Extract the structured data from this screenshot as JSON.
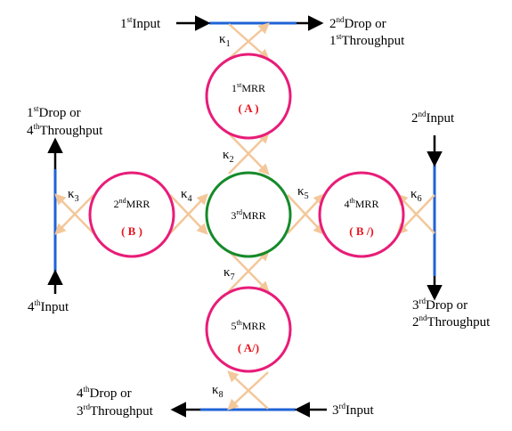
{
  "colors": {
    "waveguide": "#1f63d6",
    "arrow": "#000000",
    "ring_outer": "#e81c78",
    "ring_center": "#168a2a",
    "coupler": "#f3c79a",
    "tag_red": "#e8141e"
  },
  "io": {
    "in1_base": "1",
    "in1_sup": "st",
    "in1_rest": "Input",
    "out_top_r1_base": "2",
    "out_top_r1_sup": "nd",
    "out_top_r1_rest": "Drop or",
    "out_top_r2_base": "1",
    "out_top_r2_sup": "st",
    "out_top_r2_rest": "Throughput",
    "left_top_r1_base": "1",
    "left_top_r1_sup": "st",
    "left_top_r1_rest": "Drop or",
    "left_top_r2_base": "4",
    "left_top_r2_sup": "th",
    "left_top_r2_rest": "Throughput",
    "in2_base": "2",
    "in2_sup": "nd",
    "in2_rest": "Input",
    "in4_base": "4",
    "in4_sup": "th",
    "in4_rest": "Input",
    "right_bot_r1_base": "3",
    "right_bot_r1_sup": "rd",
    "right_bot_r1_rest": "Drop or",
    "right_bot_r2_base": "2",
    "right_bot_r2_sup": "nd",
    "right_bot_r2_rest": "Throughput",
    "bot_left_r1_base": "4",
    "bot_left_r1_sup": "th",
    "bot_left_r1_rest": "Drop or",
    "bot_left_r2_base": "3",
    "bot_left_r2_sup": "rd",
    "bot_left_r2_rest": "Throughput",
    "in3_base": "3",
    "in3_sup": "rd",
    "in3_rest": "Input"
  },
  "rings": {
    "r1_base": "1",
    "r1_sup": "st",
    "r1_rest": "MRR",
    "r1_tag": "( A )",
    "r2_base": "2",
    "r2_sup": "nd",
    "r2_rest": "MRR",
    "r2_tag": "( B )",
    "r3_base": "3",
    "r3_sup": "rd",
    "r3_rest": "MRR",
    "r4_base": "4",
    "r4_sup": "th",
    "r4_rest": "MRR",
    "r4_tag": "( B /)",
    "r5_base": "5",
    "r5_sup": "th",
    "r5_rest": "MRR",
    "r5_tag": "( A/)"
  },
  "couplers": {
    "k_sym": "κ",
    "k1": "1",
    "k2": "2",
    "k3": "3",
    "k4": "4",
    "k5": "5",
    "k6": "6",
    "k7": "7",
    "k8": "8"
  }
}
